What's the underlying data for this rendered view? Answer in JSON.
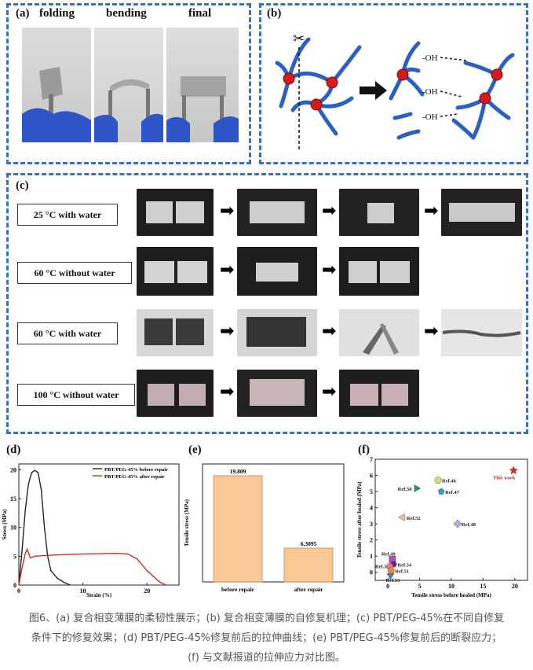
{
  "panel_a": {
    "letter": "(a)",
    "labels": [
      "folding",
      "bending",
      "final"
    ]
  },
  "panel_b": {
    "letter": "(b)",
    "oh_labels": [
      "-OH",
      "-OH",
      "-OH"
    ]
  },
  "panel_c": {
    "letter": "(c)",
    "conditions": [
      "25 °C with water",
      "60 °C without water",
      "60 °C with water",
      "100 °C without water"
    ]
  },
  "panel_d": {
    "letter": "(d)",
    "xlabel": "Strain (%)",
    "ylabel": "Stress (MPa)",
    "legend": [
      "PBT/PEG-45% before repair",
      "PBT/PEG-45% after repair"
    ],
    "xticks": [
      "0",
      "10",
      "20"
    ],
    "yticks": [
      "0",
      "5",
      "10",
      "15",
      "20"
    ]
  },
  "panel_e": {
    "letter": "(e)",
    "ylabel": "Tensile stress (MPa)",
    "categories": [
      "before repair",
      "after repair"
    ],
    "value_labels": [
      "19.809",
      "6.3095"
    ]
  },
  "panel_f": {
    "letter": "(f)",
    "xlabel": "Tensile stress before healed (MPa)",
    "ylabel": "Tensile stress after healed (MPa)",
    "xticks": [
      "0",
      "5",
      "10",
      "15",
      "20"
    ],
    "yticks": [
      "0",
      "1",
      "2",
      "3",
      "4",
      "5",
      "6",
      "7"
    ]
  },
  "chart_data": [
    {
      "type": "line",
      "xlabel": "Strain (%)",
      "ylabel": "Stress (MPa)",
      "xlim": [
        0,
        25
      ],
      "ylim": [
        0,
        21
      ],
      "series": [
        {
          "name": "PBT/PEG-45% before repair",
          "color": "#222222",
          "x": [
            0,
            0.5,
            1,
            1.5,
            2,
            2.5,
            3,
            3.5,
            4,
            4.5,
            5,
            6,
            7,
            8
          ],
          "y": [
            0,
            6,
            13,
            17.5,
            19.5,
            19.9,
            19.5,
            16.5,
            10,
            5,
            2.5,
            1.2,
            0.5,
            0
          ]
        },
        {
          "name": "PBT/PEG-45% after repair",
          "color": "#d62a2a",
          "x": [
            0,
            0.5,
            1,
            1.3,
            1.8,
            2.5,
            5,
            10,
            15,
            17,
            18.5,
            20,
            22,
            23
          ],
          "y": [
            0,
            3,
            5.5,
            6.2,
            4.7,
            5,
            5.2,
            5.4,
            5.5,
            5.4,
            4.5,
            2.5,
            0.5,
            0
          ]
        }
      ]
    },
    {
      "type": "bar",
      "ylabel": "Tensile stress (MPa)",
      "categories": [
        "before repair",
        "after repair"
      ],
      "values": [
        19.809,
        6.3095
      ],
      "ylim": [
        0,
        22
      ],
      "color": "#f8c997"
    },
    {
      "type": "scatter",
      "xlabel": "Tensile stress before healed (MPa)",
      "ylabel": "Tensile stress after healed (MPa)",
      "xlim": [
        -2,
        22
      ],
      "ylim": [
        -0.5,
        7
      ],
      "points": [
        {
          "label": "This work",
          "x": 19.8,
          "y": 6.3,
          "color": "#d62a2a",
          "marker": "star"
        },
        {
          "label": "Ref.46",
          "x": 7.9,
          "y": 5.7,
          "color": "#d4e26b",
          "marker": "circle"
        },
        {
          "label": "Ref.50",
          "x": 4.5,
          "y": 5.2,
          "color": "#1c9a6a",
          "marker": "triangle"
        },
        {
          "label": "Ref.47",
          "x": 8.4,
          "y": 5.0,
          "color": "#22a7c9",
          "marker": "pentagon"
        },
        {
          "label": "Ref.52",
          "x": 2.3,
          "y": 3.4,
          "color": "#f4b8a8",
          "marker": "triangle-left"
        },
        {
          "label": "Ref.48",
          "x": 11.0,
          "y": 3.0,
          "color": "#b8a6de",
          "marker": "diamond"
        },
        {
          "label": "Ref.49",
          "x": 0.7,
          "y": 0.8,
          "color": "#b04fb3",
          "marker": "square"
        },
        {
          "label": "Ref.54",
          "x": 0.9,
          "y": 0.5,
          "color": "#7a1a7a",
          "marker": "hexagon"
        },
        {
          "label": "Ref.5",
          "x": 0.3,
          "y": 0.35,
          "color": "#e87a90",
          "marker": "circle"
        },
        {
          "label": "Ref.51",
          "x": 0.5,
          "y": 0.1,
          "color": "#f08a24",
          "marker": "circle"
        },
        {
          "label": "Ref.53",
          "x": 0.4,
          "y": -0.2,
          "color": "#4a7ad8",
          "marker": "triangle-down"
        }
      ]
    }
  ],
  "caption": {
    "lines": [
      "图6、(a) 复合相变薄膜的柔韧性展示；(b) 复合相变薄膜的自修复机理；(c) PBT/PEG-45%在不同自修复",
      "条件下的修复效果；(d) PBT/PEG-45%修复前后的拉伸曲线；(e) PBT/PEG-45%修复前后的断裂应力；",
      "(f) 与文献报道的拉伸应力对比图。"
    ]
  }
}
